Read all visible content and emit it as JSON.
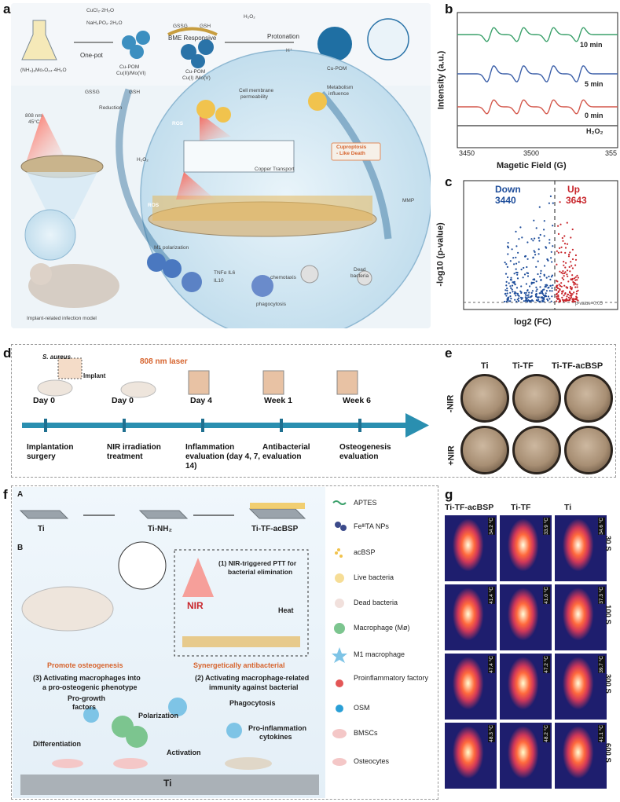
{
  "panels": {
    "a": "a",
    "b": "b",
    "c": "c",
    "d": "d",
    "e": "e",
    "f": "f",
    "g": "g"
  },
  "panel_a": {
    "reagent_1": "CuCl₂·2H₂O",
    "reagent_2": "NaH₂PO₂·2H₂O",
    "reagent_3": "(NH₄)₆Mo₇O₂₄·4H₂O",
    "step_onepot": "One-pot",
    "cupom_1": "Cu-POM",
    "cupom_1b": "Cu(II)/Mo(VI)",
    "bme": "BME Responsive",
    "gssg": "GSSG",
    "gsh": "GSH",
    "h2o2": "H₂O₂",
    "cupom_2": "Cu-POM",
    "cupom_2b": "Cu(I) /Mo(V)",
    "protonation": "Protonation",
    "hplus": "H⁺",
    "cupom_3": "Cu-POM",
    "gssg2": "GSSG",
    "gsh2": "GSH",
    "reduction": "Reduction",
    "laser": "808 nm",
    "laser_temp": "45°C",
    "h2o2_b": "H₂O₂",
    "ros_1": "ROS",
    "ros_2": "ROS",
    "membrane": "Cell membrane",
    "membrane_b": "permeability",
    "metabolism": "Metabolism",
    "metabolism_b": "influence",
    "copper_transport": "Copper Transport",
    "cuproptosis": "Cuproptosis",
    "cuproptosis_b": "- Like Death",
    "mmp": "MMP",
    "m1": "M1 polarization",
    "tnf": "TNFα IL6",
    "il10": "IL10",
    "chemotaxis": "chemotaxis",
    "dead_bacteria": "Dead",
    "dead_bacteria_b": "bacteria",
    "phagocytosis": "phagocytosis",
    "model": "Implant-related infection model"
  },
  "panel_b": {
    "ylabel": "Intensity (a.u.)",
    "xlabel": "Magetic Field (G)",
    "ticks": [
      "3450",
      "3500",
      "355"
    ],
    "series": [
      {
        "name": "10 min",
        "color": "#3aa06a"
      },
      {
        "name": "5 min",
        "color": "#3b5fa8"
      },
      {
        "name": "0 min",
        "color": "#d3564a"
      },
      {
        "name": "H₂O₂",
        "color": "#555555"
      }
    ]
  },
  "panel_c": {
    "ylabel": "-log10 (p-value)",
    "xlabel": "log2 (FC)",
    "down_label": "Down",
    "down_count": "3440",
    "up_label": "Up",
    "up_count": "3643",
    "threshold": "p-value=0.05",
    "down_color": "#1f4e9b",
    "up_color": "#c8262c"
  },
  "panel_d": {
    "s_aureus": "S. aureus",
    "implant": "Implant",
    "laser": "808 nm laser",
    "days": [
      "Day 0",
      "Day 0",
      "Day 4",
      "Week 1",
      "Week 6"
    ],
    "descs": [
      "Implantation surgery",
      "NIR irradiation treatment",
      "Inflammation evaluation (day 4, 7, 14)",
      "Antibacterial evaluation",
      "Osteogenesis evaluation"
    ]
  },
  "panel_e": {
    "cols": [
      "Ti",
      "Ti-TF",
      "Ti-TF-acBSP"
    ],
    "rows": [
      "-NIR",
      "+NIR"
    ]
  },
  "panel_f": {
    "sub_a": "A",
    "sub_b": "B",
    "ti": "Ti",
    "ti_nh2": "Ti-NH₂",
    "ti_tf": "Ti-TF-acBSP",
    "nir": "NIR",
    "heat": "Heat",
    "ptt": "(1) NIR-triggered PTT for",
    "ptt_b": "bacterial elimination",
    "promote": "Promote osteogenesis",
    "synergy": "Synergetically antibacterial",
    "step3": "(3) Activating macrophages into",
    "step3_b": "a pro-osteogenic phenotype",
    "step2": "(2) Activating macrophage-related",
    "step2_b": "immunity against bacterial",
    "pro_growth": "Pro-growth",
    "pro_growth_b": "factors",
    "polarization": "Polarization",
    "phagocytosis": "Phagocytosis",
    "pro_inflam": "Pro-inflammation",
    "pro_inflam_b": "cytokines",
    "differentiation": "Differentiation",
    "activation": "Activation",
    "ti_base": "Ti",
    "legend": [
      "APTES",
      "FeᴵᴵᴵTA NPs",
      "acBSP",
      "Live bacteria",
      "Dead bacteria",
      "Macrophage (Mø)",
      "M1 macrophage",
      "Proinflammatory factory",
      "OSM",
      "BMSCs",
      "Osteocytes"
    ]
  },
  "panel_g": {
    "cols": [
      "Ti-TF-acBSP",
      "Ti-TF",
      "Ti"
    ],
    "times": [
      "30 S",
      "100 S",
      "300 S",
      "600 S"
    ],
    "temps": [
      [
        "34.2 °C",
        "33.9 °C",
        "34.6 °C"
      ],
      [
        "41.4 °C",
        "41.0 °C",
        "37.3 °C"
      ],
      [
        "47.4 °C",
        "47.2 °C",
        "39.7 °C"
      ],
      [
        "48.3 °C",
        "48.2 °C",
        "41.1 °C"
      ]
    ]
  }
}
